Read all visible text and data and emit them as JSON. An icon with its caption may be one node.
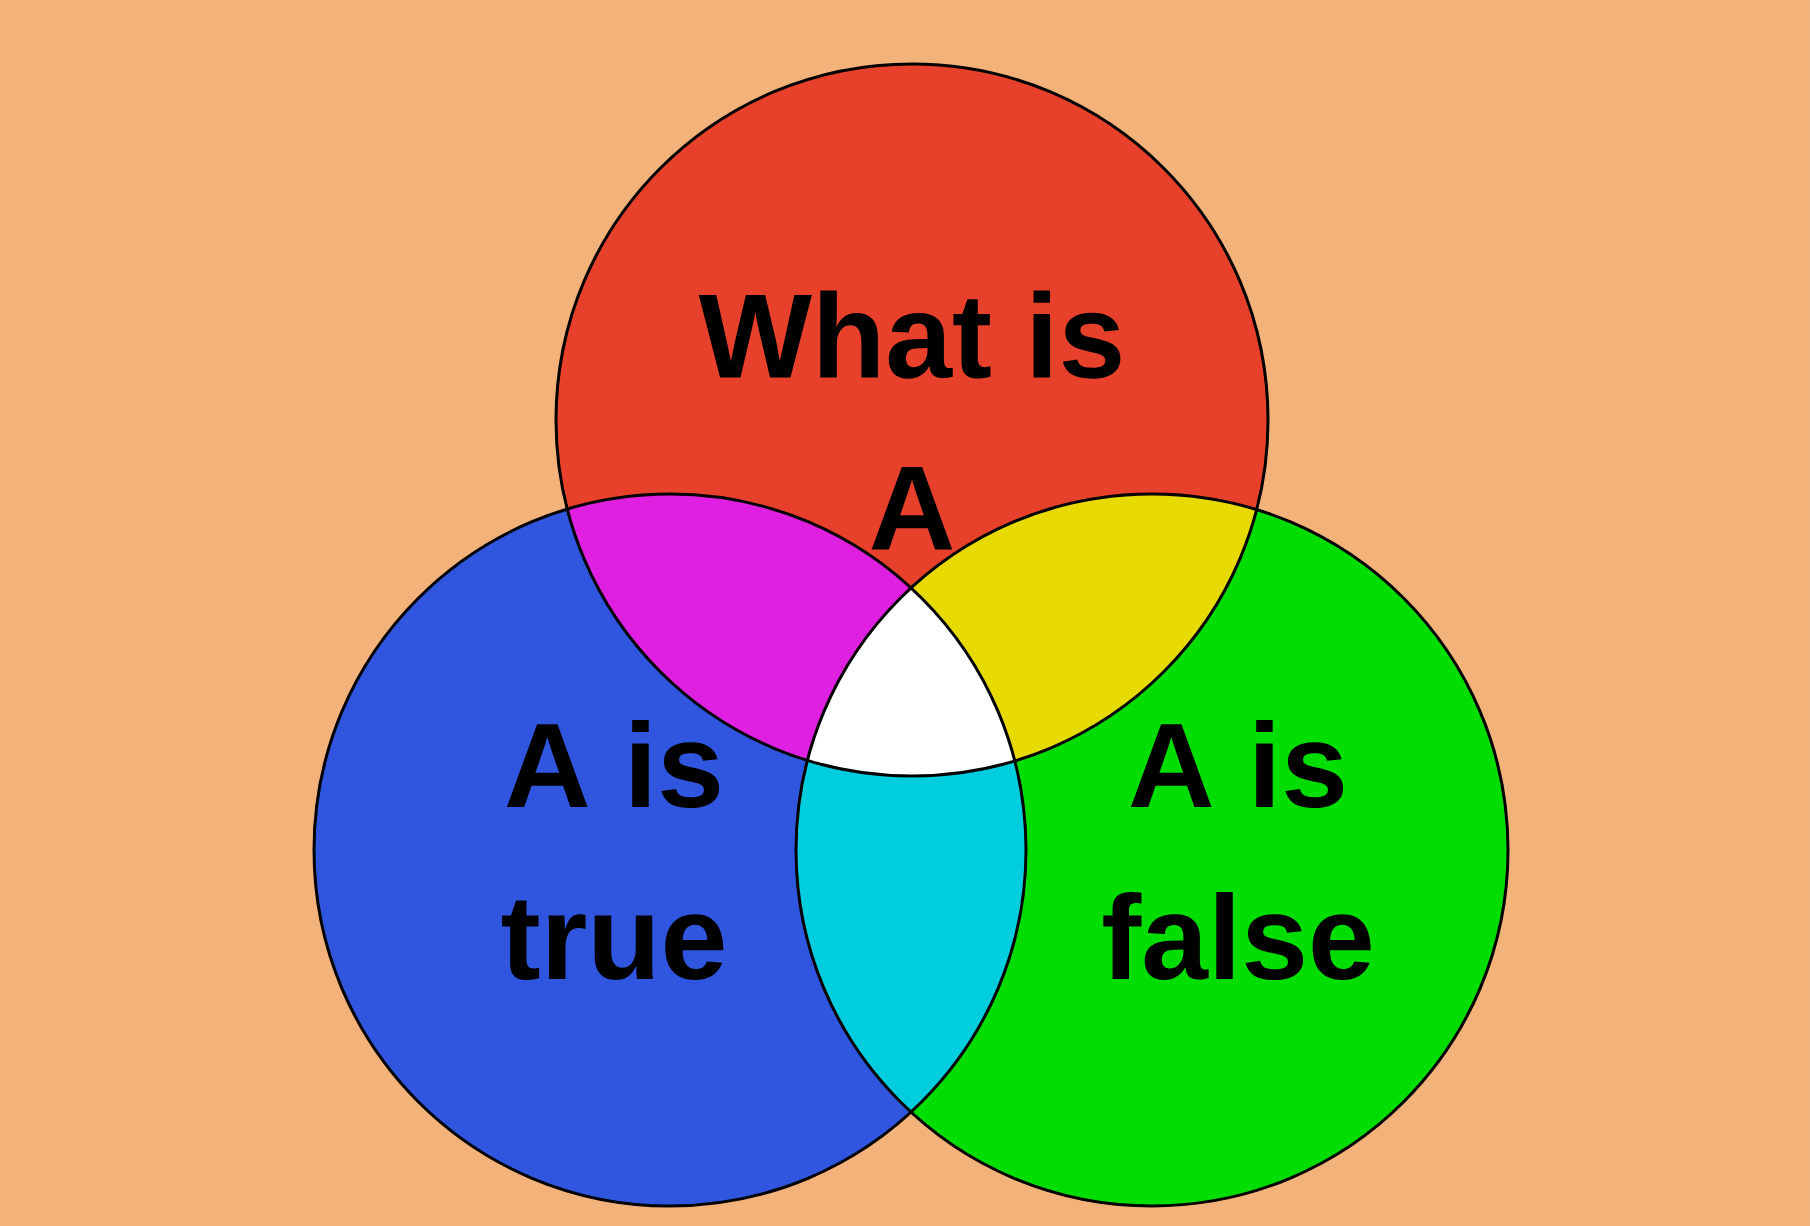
{
  "diagram": {
    "nodes": [
      {
        "text": [
          "What is A"
        ]
      },
      {
        "text": [
          "A is true"
        ]
      },
      {
        "text": [
          "A is false"
        ]
      }
    ]
  }
}
